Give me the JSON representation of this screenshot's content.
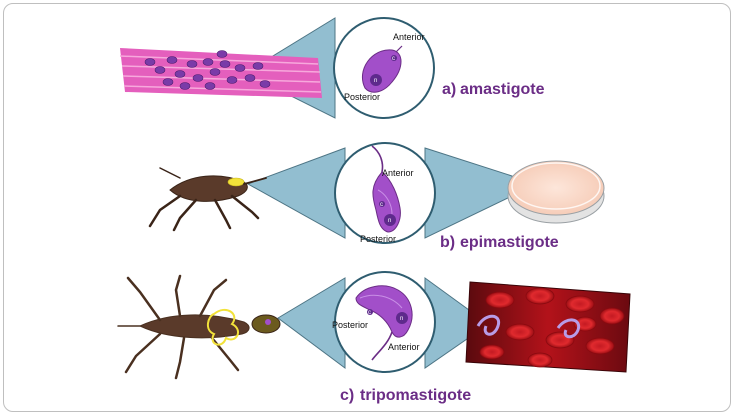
{
  "stages": [
    {
      "letter": "a)",
      "name": "amastigote",
      "anterior": "Anterior",
      "posterior": "Posterior",
      "nucleus": "n",
      "kinetoplast": "c"
    },
    {
      "letter": "b)",
      "name": "epimastigote",
      "anterior": "Anterior",
      "posterior": "Posterior",
      "nucleus": "n",
      "kinetoplast": "c"
    },
    {
      "letter": "c)",
      "name": "tripomastigote",
      "anterior": "Anterior",
      "posterior": "Posterior",
      "nucleus": "n",
      "kinetoplast": "c"
    }
  ],
  "colors": {
    "stage_label": "#6b2d86",
    "cell_body": "#a24fc9",
    "nucleus": "#5e2a8c",
    "cone": "#7fb3c8",
    "muscle": "#e45fbd",
    "culture_medium": "#f9d7c7",
    "blood": "#b3121a",
    "bug": "#5a3a2a"
  }
}
